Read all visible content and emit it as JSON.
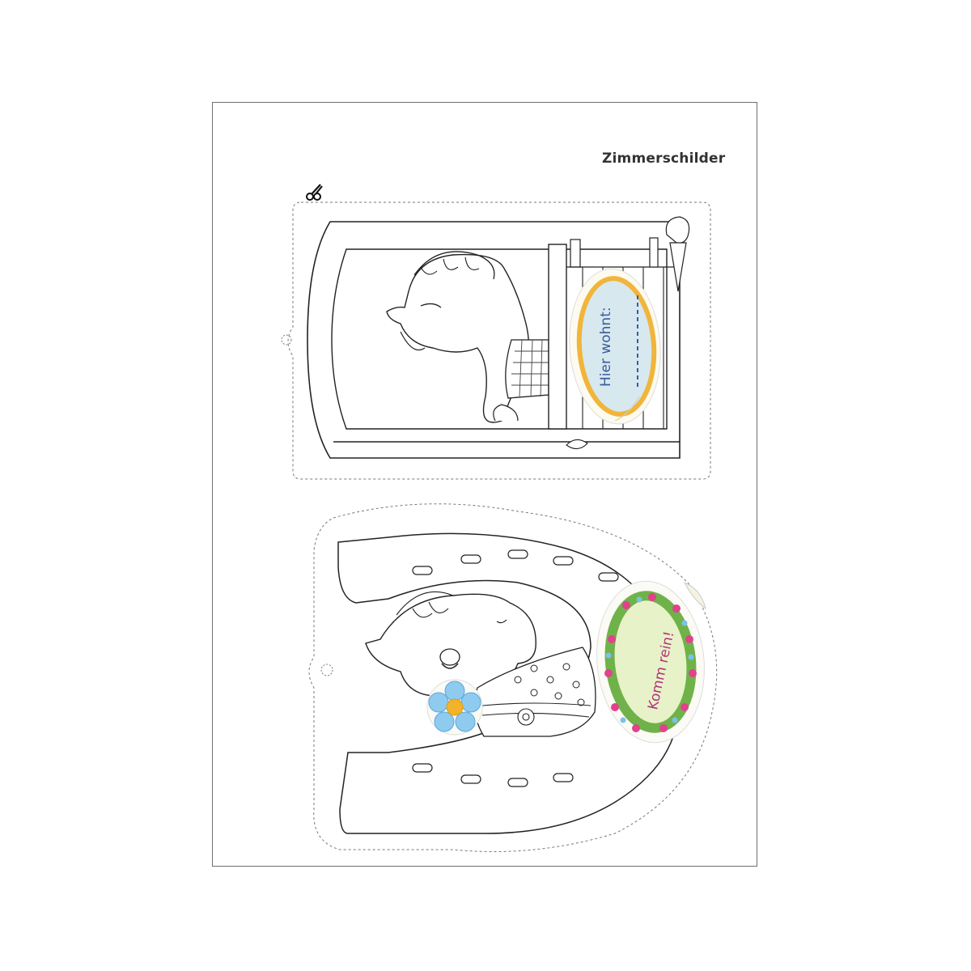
{
  "page": {
    "title": "Zimmerschilder"
  },
  "signs": [
    {
      "shape": "stable door",
      "sticker_text": "Hier wohnt:",
      "sticker_colors": {
        "fill": "#d7e8ef",
        "rim": "#f0b53a",
        "text": "#3a5c9c"
      }
    },
    {
      "shape": "horseshoe",
      "sticker_text": "Komm rein!",
      "sticker_colors": {
        "fill": "#e8f2c8",
        "wreath": "#6fb24a",
        "flowers": "#e0428b",
        "text": "#b0337a"
      }
    }
  ],
  "icons": [
    "scissors-icon",
    "carrot-icon",
    "flower-sticker-icon"
  ]
}
